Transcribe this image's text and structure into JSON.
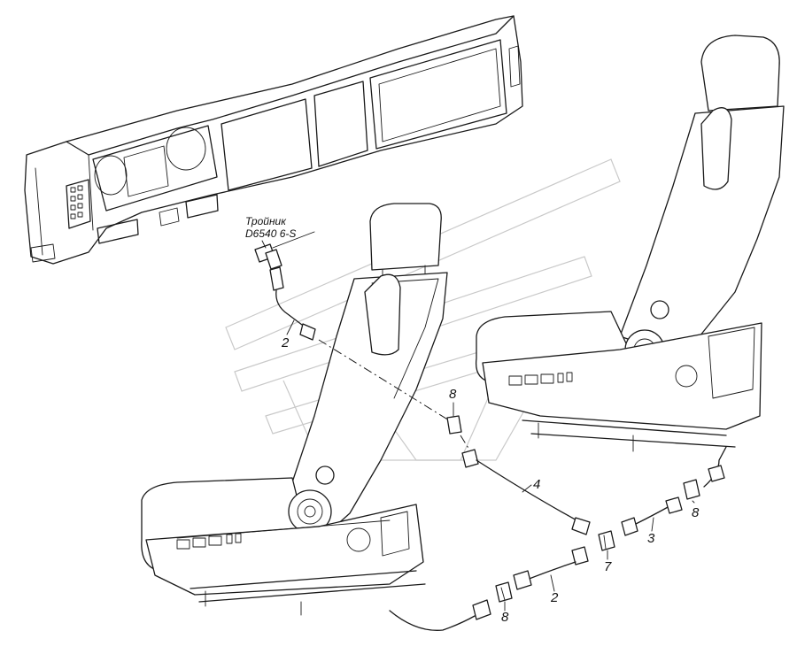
{
  "diagram": {
    "tee_note": {
      "line1": "Тройник",
      "line2": "D6540 6-S"
    },
    "callouts": {
      "upper_tube_2": "2",
      "fitting_8_upper": "8",
      "tube_4": "4",
      "tube_3": "3",
      "fitting_8_right": "8",
      "coupling_7": "7",
      "tube_2_lower": "2",
      "fitting_8_lower": "8"
    },
    "parts": [
      "dashboard-panel",
      "driver-seat",
      "passenger-seat",
      "tee-fitting",
      "air-tube",
      "union-fitting",
      "coupling"
    ]
  }
}
